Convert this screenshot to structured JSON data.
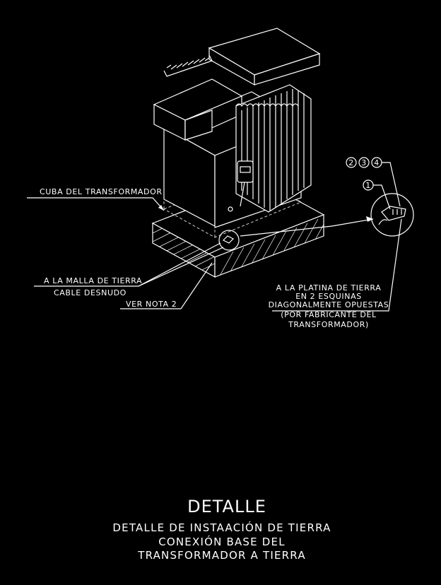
{
  "labels": {
    "cuba": "CUBA DEL TRANSFORMADOR",
    "malla": "A LA MALLA DE TIERRA",
    "cable": "CABLE DESNUDO",
    "nota": "VER NOTA 2",
    "platina_1": "A LA PLATINA DE TIERRA",
    "platina_2": "EN 2 ESQUINAS",
    "platina_3": "DIAGONALMENTE OPUESTAS",
    "platina_4": "(POR FABRICANTE DEL",
    "platina_5": "TRANSFORMADOR)"
  },
  "markers": {
    "m1": "1",
    "m2": "2",
    "m3": "3",
    "m4": "4"
  },
  "title": {
    "main": "DETALLE",
    "line1": "DETALLE DE INSTAACIÓN DE TIERRA",
    "line2": "CONEXIÓN BASE DEL",
    "line3": "TRANSFORMADOR A TIERRA"
  }
}
